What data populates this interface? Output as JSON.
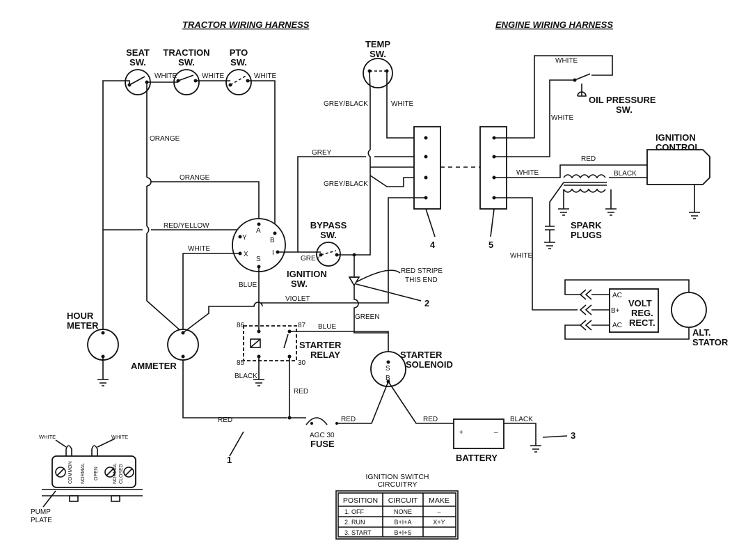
{
  "headers": {
    "tractor": "TRACTOR WIRING HARNESS",
    "engine": "ENGINE WIRING HARNESS"
  },
  "components": {
    "seat_sw_1": "SEAT",
    "seat_sw_2": "SW.",
    "traction_sw_1": "TRACTION",
    "traction_sw_2": "SW.",
    "pto_sw_1": "PTO",
    "pto_sw_2": "SW.",
    "temp_sw_1": "TEMP",
    "temp_sw_2": "SW.",
    "oil_pressure_1": "OIL PRESSURE",
    "oil_pressure_2": "SW.",
    "ignition_control_1": "IGNITION",
    "ignition_control_2": "CONTROL",
    "spark_plugs_1": "SPARK",
    "spark_plugs_2": "PLUGS",
    "bypass_sw_1": "BYPASS",
    "bypass_sw_2": "SW.",
    "ignition_sw_1": "IGNITION",
    "ignition_sw_2": "SW.",
    "hour_meter_1": "HOUR",
    "hour_meter_2": "METER",
    "ammeter": "AMMETER",
    "starter_relay_1": "STARTER",
    "starter_relay_2": "RELAY",
    "starter_solenoid_1": "STARTER",
    "starter_solenoid_2": "SOLENOID",
    "fuse_1": "AGC 30",
    "fuse_2": "FUSE",
    "battery": "BATTERY",
    "volt_reg_1": "VOLT",
    "volt_reg_2": "REG.",
    "volt_reg_3": "RECT.",
    "alt_stator_1": "ALT.",
    "alt_stator_2": "STATOR",
    "pump_plate_1": "PUMP",
    "pump_plate_2": "PLATE"
  },
  "wires": {
    "white": "WHITE",
    "orange": "ORANGE",
    "red_yellow": "RED/YELLOW",
    "grey": "GREY",
    "grey_black": "GREY/BLACK",
    "blue": "BLUE",
    "violet": "VIOLET",
    "green": "GREEN",
    "red": "RED",
    "black": "BLACK"
  },
  "terminals": {
    "a": "A",
    "b": "B",
    "y": "Y",
    "x": "X",
    "s": "S",
    "i": "I",
    "r86": "86",
    "r87": "87",
    "r85": "85",
    "r30": "30",
    "sol_s": "S",
    "sol_b": "B",
    "ac1": "AC",
    "bplus": "B+",
    "ac2": "AC",
    "plus": "+",
    "minus": "–"
  },
  "pump_terminals": {
    "common": "COMMON",
    "normal": "NORMAL",
    "open": "OPEN",
    "normal2": "NORMAL",
    "closed": "CLOSED"
  },
  "callouts": {
    "c1": "1",
    "c2": "2",
    "c3": "3",
    "c4": "4",
    "c5": "5",
    "red_stripe_1": "RED STRIPE",
    "red_stripe_2": "THIS END"
  },
  "table": {
    "title_1": "IGNITION SWITCH",
    "title_2": "CIRCUITRY",
    "headers": [
      "POSITION",
      "CIRCUIT",
      "MAKE"
    ],
    "rows": [
      [
        "1.   OFF",
        "NONE",
        "–"
      ],
      [
        "2.   RUN",
        "B+I+A",
        "X+Y"
      ],
      [
        "3.   START",
        "B+I+S",
        ""
      ]
    ]
  }
}
